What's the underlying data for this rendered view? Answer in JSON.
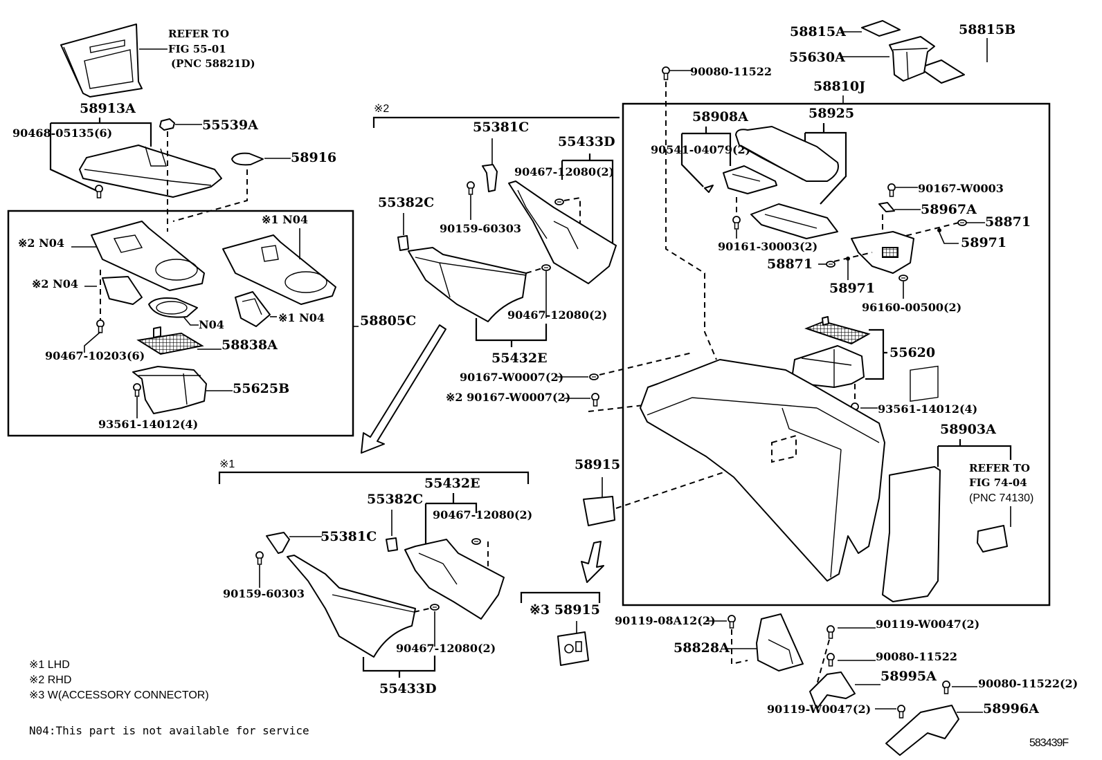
{
  "diagram": {
    "figure_id": "583439F",
    "references": {
      "top_left": {
        "line1": "REFER TO",
        "line2": "FIG 55-01",
        "line3": "(PNC 58821D)"
      },
      "right": {
        "line1": "REFER TO",
        "line2": "FIG 74-04",
        "line3": "(PNC 74130)"
      }
    },
    "variant_marks": {
      "rhd_group": "※2",
      "lhd_group": "※1"
    },
    "labels": {
      "p58913A": "58913A",
      "p90468_05135": "90468-05135(6)",
      "p55539A": "55539A",
      "p58916": "58916",
      "n04_rhd_a": "※2 N04",
      "n04_rhd_b": "※2 N04",
      "n04_lhd_a": "※1 N04",
      "n04_lhd_b": "※1 N04",
      "n04_ring": "N04",
      "p58838A": "58838A",
      "p90467_10203": "90467-10203(6)",
      "p55625B": "55625B",
      "p93561_14012_left": "93561-14012(4)",
      "p58805C": "58805C",
      "p55381C_top": "55381C",
      "p55433D_top": "55433D",
      "p90467_12080_a": "90467-12080(2)",
      "p55382C_top": "55382C",
      "p90159_60303_top": "90159-60303",
      "p90467_12080_b": "90467-12080(2)",
      "p55432E_top": "55432E",
      "p90167_W0007": "90167-W0007(2)",
      "p90167_W0007_rhd": "※2 90167-W0007(2)",
      "p55432E_bot": "55432E",
      "p55382C_bot": "55382C",
      "p90467_12080_c": "90467-12080(2)",
      "p55381C_bot": "55381C",
      "p90159_60303_bot": "90159-60303",
      "p90467_12080_d": "90467-12080(2)",
      "p55433D_bot": "55433D",
      "p58915": "58915",
      "p58915_acc": "※3 58915",
      "p58815A": "58815A",
      "p58815B": "58815B",
      "p55630A": "55630A",
      "p90080_11522_top": "90080-11522",
      "p58810J": "58810J",
      "p58908A": "58908A",
      "p58925": "58925",
      "p90541_04079": "90541-04079(2)",
      "p90167_W0003": "90167-W0003",
      "p58967A": "58967A",
      "p58871_a": "58871",
      "p58971_a": "58971",
      "p90161_30003": "90161-30003(2)",
      "p58871_b": "58871",
      "p58971_b": "58971",
      "p96160_00500": "96160-00500(2)",
      "p55620": "55620",
      "p93561_14012_right": "93561-14012(4)",
      "p58903A": "58903A",
      "p90119_08A12": "90119-08A12(2)",
      "p58828A": "58828A",
      "p90119_W0047_a": "90119-W0047(2)",
      "p90080_11522_mid": "90080-11522",
      "p58995A": "58995A",
      "p90080_11522_bot": "90080-11522(2)",
      "p90119_W0047_b": "90119-W0047(2)",
      "p58996A": "58996A"
    },
    "legend": [
      "※1 LHD",
      "※2 RHD",
      "※3 W(ACCESSORY CONNECTOR)"
    ],
    "note": "N04:This part is not available for service"
  }
}
